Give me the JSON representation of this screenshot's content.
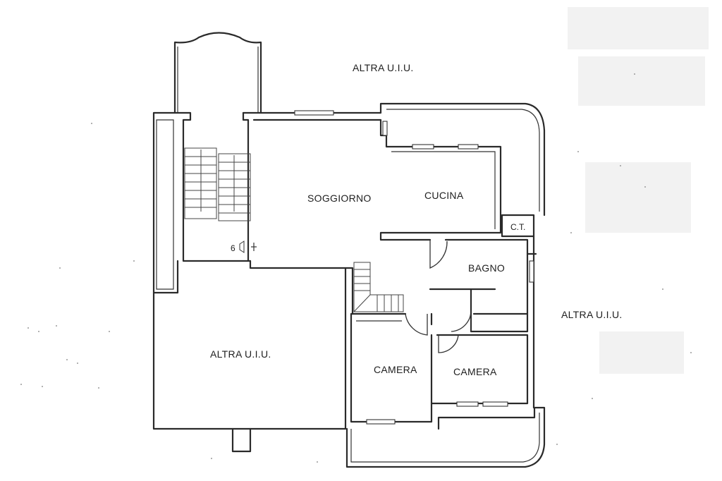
{
  "labels": {
    "altra_top": "ALTRA U.I.U.",
    "altra_right": "ALTRA U.I.U.",
    "altra_left": "ALTRA U.I.U.",
    "soggiorno": "SOGGIORNO",
    "cucina": "CUCINA",
    "ct": "C.T.",
    "bagno": "BAGNO",
    "camera_left": "CAMERA",
    "camera_right": "CAMERA",
    "marker": "6"
  },
  "colors": {
    "ink": "#2a2a2a",
    "paper": "#ffffff"
  }
}
